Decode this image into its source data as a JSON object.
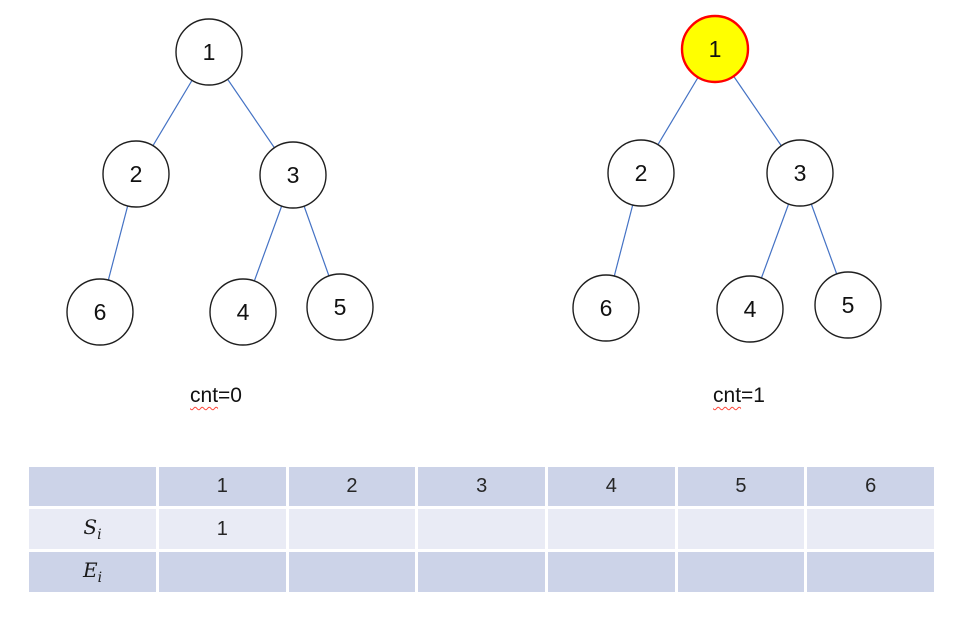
{
  "colors": {
    "edge": "#4472c4",
    "node_fill": "#ffffff",
    "node_border": "#1f1f1f",
    "highlight_fill": "#ffff00",
    "highlight_border": "#ff0000",
    "table_header_bg": "#ccd3e8",
    "table_band_light_bg": "#e9ebf5",
    "table_band_dark_bg": "#ccd3e8",
    "text": "#111111"
  },
  "trees": [
    {
      "name": "left-tree",
      "caption_word": "cnt",
      "caption_rest": "=0",
      "nodes": [
        {
          "label": "1",
          "highlighted": false
        },
        {
          "label": "2",
          "highlighted": false
        },
        {
          "label": "3",
          "highlighted": false
        },
        {
          "label": "4",
          "highlighted": false
        },
        {
          "label": "5",
          "highlighted": false
        },
        {
          "label": "6",
          "highlighted": false
        }
      ],
      "edges": [
        "1-2",
        "1-3",
        "2-6",
        "3-4",
        "3-5"
      ]
    },
    {
      "name": "right-tree",
      "caption_word": "cnt",
      "caption_rest": "=1",
      "nodes": [
        {
          "label": "1",
          "highlighted": true
        },
        {
          "label": "2",
          "highlighted": false
        },
        {
          "label": "3",
          "highlighted": false
        },
        {
          "label": "4",
          "highlighted": false
        },
        {
          "label": "5",
          "highlighted": false
        },
        {
          "label": "6",
          "highlighted": false
        }
      ],
      "edges": [
        "1-2",
        "1-3",
        "2-6",
        "3-4",
        "3-5"
      ]
    }
  ],
  "table": {
    "columns": [
      "",
      "1",
      "2",
      "3",
      "4",
      "5",
      "6"
    ],
    "rows": [
      {
        "label_base": "S",
        "label_sub": "i",
        "values": [
          "1",
          "",
          "",
          "",
          "",
          ""
        ]
      },
      {
        "label_base": "E",
        "label_sub": "i",
        "values": [
          "",
          "",
          "",
          "",
          "",
          ""
        ]
      }
    ]
  }
}
